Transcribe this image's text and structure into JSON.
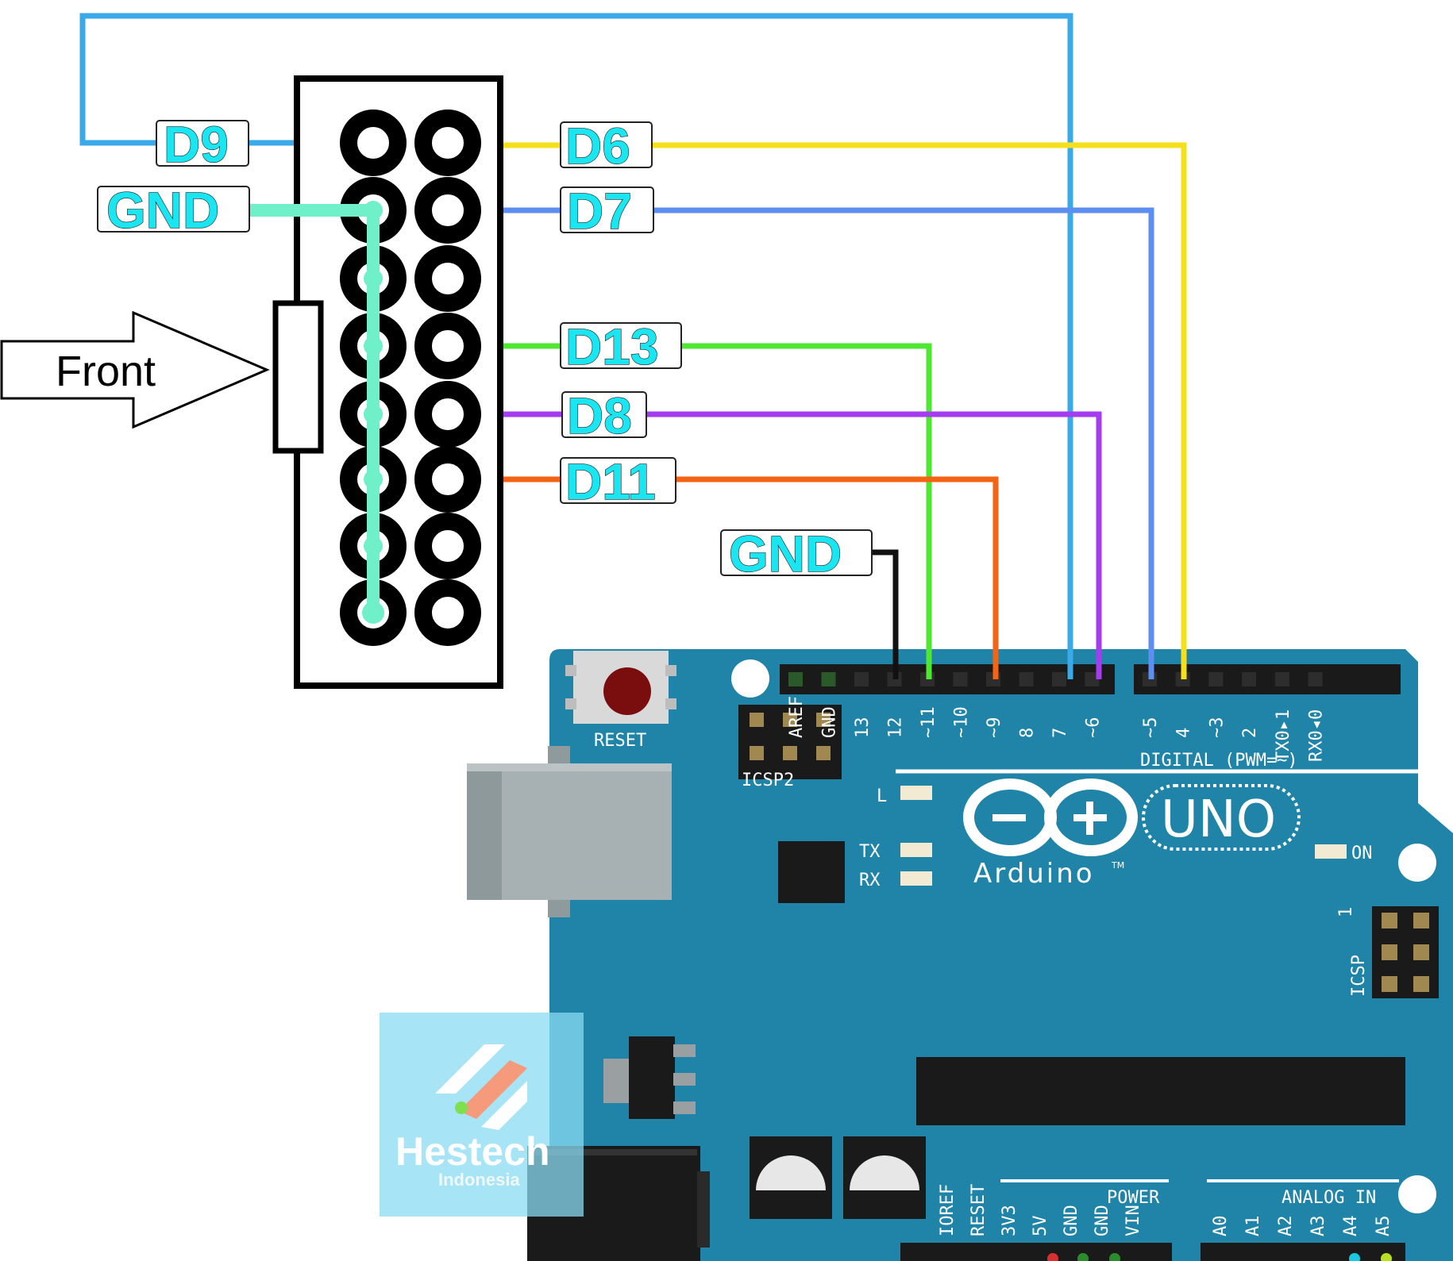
{
  "connector": {
    "arrow_label": "Front",
    "pin_labels": {
      "d9": "D9",
      "gnd": "GND",
      "d6": "D6",
      "d7": "D7",
      "d13": "D13",
      "d8": "D8",
      "d11": "D11",
      "board_gnd": "GND"
    }
  },
  "board": {
    "reset": "RESET",
    "icsp2": "ICSP2",
    "icsp": "ICSP",
    "icsp_pin1": "1",
    "digital_title": "DIGITAL (PWM=~)",
    "led_l": "L",
    "led_tx": "TX",
    "led_rx": "RX",
    "led_on": "ON",
    "brand": "Arduino",
    "tm": "TM",
    "model": "UNO",
    "header_pins": [
      "AREF",
      "GND",
      "13",
      "12",
      "~11",
      "~10",
      "~9",
      "8",
      "7",
      "~6",
      "~5",
      "4",
      "~3",
      "2",
      "TX0▸1",
      "RX0◂0"
    ],
    "power_title": "POWER",
    "power_pins": [
      "IOREF",
      "RESET",
      "3V3",
      "5V",
      "GND",
      "GND",
      "VIN"
    ],
    "analog_title": "ANALOG IN",
    "analog_pins": [
      "A0",
      "A1",
      "A2",
      "A3",
      "A4",
      "A5"
    ]
  },
  "watermark": {
    "name": "Hestech",
    "sub": "Indonesia"
  },
  "colors": {
    "board": "#1f84a8",
    "d9_wire": "#39a9ea",
    "d6_wire": "#f6e01c",
    "d7_wire": "#5c8ff0",
    "d13_wire": "#4ee832",
    "d8_wire": "#a43cf0",
    "d11_wire": "#f56414",
    "gnd_wire": "#6ff0c8",
    "label_text": "#1ae6f2"
  }
}
